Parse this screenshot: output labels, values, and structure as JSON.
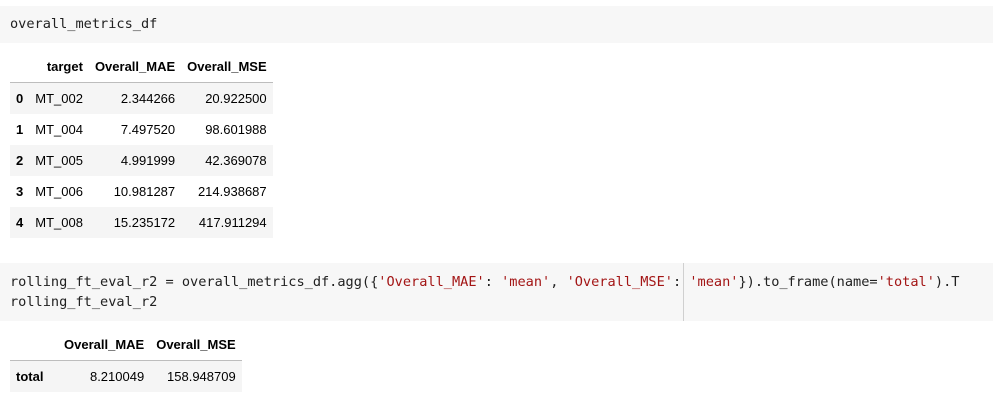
{
  "cell1": {
    "code": "overall_metrics_df"
  },
  "table1": {
    "columns": [
      "",
      "target",
      "Overall_MAE",
      "Overall_MSE"
    ],
    "rows": [
      {
        "index": "0",
        "target": "MT_002",
        "mae": "2.344266",
        "mse": "20.922500"
      },
      {
        "index": "1",
        "target": "MT_004",
        "mae": "7.497520",
        "mse": "98.601988"
      },
      {
        "index": "2",
        "target": "MT_005",
        "mae": "4.991999",
        "mse": "42.369078"
      },
      {
        "index": "3",
        "target": "MT_006",
        "mae": "10.981287",
        "mse": "214.938687"
      },
      {
        "index": "4",
        "target": "MT_008",
        "mae": "15.235172",
        "mse": "417.911294"
      }
    ]
  },
  "cell2": {
    "p1": "rolling_ft_eval_r2 = overall_metrics_df.agg({",
    "s1": "'Overall_MAE'",
    "p2": ": ",
    "s2": "'mean'",
    "p3": ", ",
    "s3": "'Overall_MSE'",
    "p4": ": ",
    "s4": "'mean'",
    "p5": "}).to_frame(name=",
    "s5": "'total'",
    "p6": ").T",
    "line2": "rolling_ft_eval_r2"
  },
  "table2": {
    "columns": [
      "",
      "Overall_MAE",
      "Overall_MSE"
    ],
    "rows": [
      {
        "index": "total",
        "mae": "8.210049",
        "mse": "158.948709"
      }
    ]
  }
}
